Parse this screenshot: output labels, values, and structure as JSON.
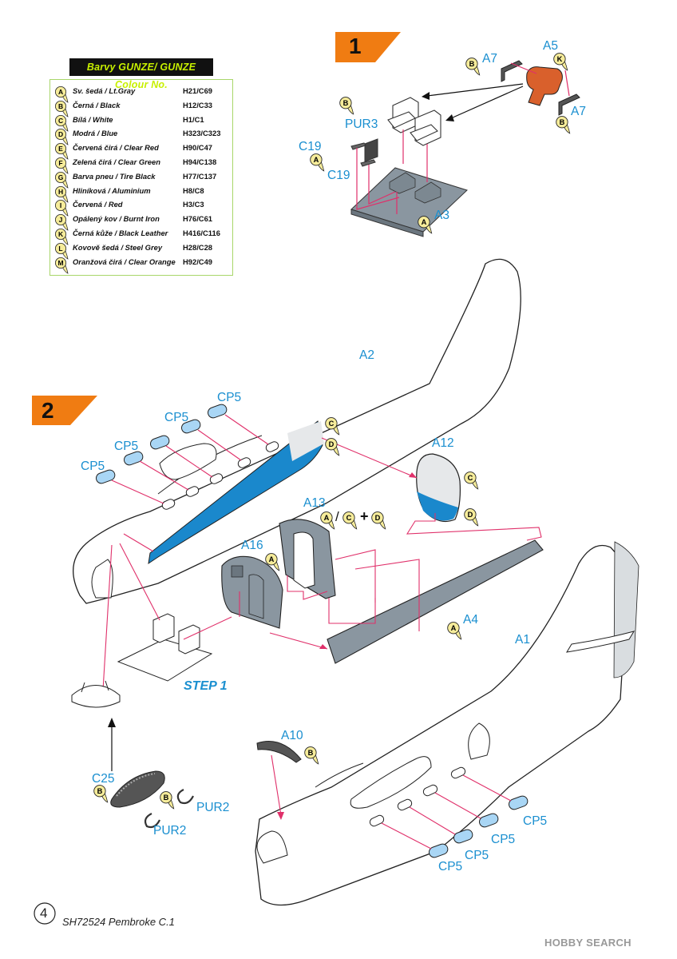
{
  "colour_table": {
    "title": "Barvy GUNZE/ GUNZE Colour No.",
    "rows": [
      {
        "letter": "A",
        "name": "Sv. šedá / Lt.Gray",
        "code": "H21/C69"
      },
      {
        "letter": "B",
        "name": "Černá / Black",
        "code": "H12/C33"
      },
      {
        "letter": "C",
        "name": "Bílá / White",
        "code": "H1/C1"
      },
      {
        "letter": "D",
        "name": "Modrá / Blue",
        "code": "H323/C323"
      },
      {
        "letter": "E",
        "name": "Červená čirá / Clear Red",
        "code": "H90/C47"
      },
      {
        "letter": "F",
        "name": "Zelená čirá / Clear Green",
        "code": "H94/C138"
      },
      {
        "letter": "G",
        "name": "Barva pneu / Tire Black",
        "code": "H77/C137"
      },
      {
        "letter": "H",
        "name": "Hliníková / Aluminium",
        "code": "H8/C8"
      },
      {
        "letter": "I",
        "name": "Červená / Red",
        "code": "H3/C3"
      },
      {
        "letter": "J",
        "name": "Opálený kov / Burnt Iron",
        "code": "H76/C61"
      },
      {
        "letter": "K",
        "name": "Černá kůže / Black Leather",
        "code": "H416/C116"
      },
      {
        "letter": "L",
        "name": "Kovově šedá / Steel Grey",
        "code": "H28/C28"
      },
      {
        "letter": "M",
        "name": "Oranžová čirá / Clear Orange",
        "code": "H92/C49"
      }
    ]
  },
  "steps": {
    "step1_number": "1",
    "step2_number": "2",
    "step1_ref": "STEP 1"
  },
  "parts": {
    "a7_top": "A7",
    "a5": "A5",
    "a7_right": "A7",
    "pur3": "PUR3",
    "c19_a": "C19",
    "c19_b": "C19",
    "a3": "A3",
    "a2": "A2",
    "cp5_1": "CP5",
    "cp5_2": "CP5",
    "cp5_3": "CP5",
    "cp5_4": "CP5",
    "a12": "A12",
    "a13": "A13",
    "a16": "A16",
    "a4": "A4",
    "a1": "A1",
    "a10": "A10",
    "c25": "C25",
    "pur2_a": "PUR2",
    "pur2_b": "PUR2",
    "cp5_5": "CP5",
    "cp5_6": "CP5",
    "cp5_7": "CP5",
    "cp5_8": "CP5",
    "a13_slash": "/",
    "a13_plus": "+"
  },
  "badges": {
    "b_a7": "B",
    "k_a5": "K",
    "b_a7r": "B",
    "b_pur3": "B",
    "a_c19": "A",
    "a_a3": "A",
    "c_a2": "C",
    "d_a2": "D",
    "c_a12": "C",
    "d_a12": "D",
    "a_a13": "A",
    "c_a13": "C",
    "d_a13": "D",
    "a_a16": "A",
    "a_a4": "A",
    "b_a10": "B",
    "b_c25": "B",
    "b_pur2": "B"
  },
  "footer": {
    "page_number": "4",
    "kit": "SH72524  Pembroke C.1",
    "watermark": "HOBBY SEARCH"
  },
  "colors": {
    "accent_orange": "#f07c12",
    "label_blue": "#1a8fd0",
    "arrow_pink": "#e0306a",
    "table_border": "#a8d66a",
    "title_green": "#c8f000",
    "interior_blue": "#1a88cc",
    "part_grey": "#8a96a0",
    "seat_orange": "#d9602c",
    "badge_yellow": "#f6ec9a"
  }
}
